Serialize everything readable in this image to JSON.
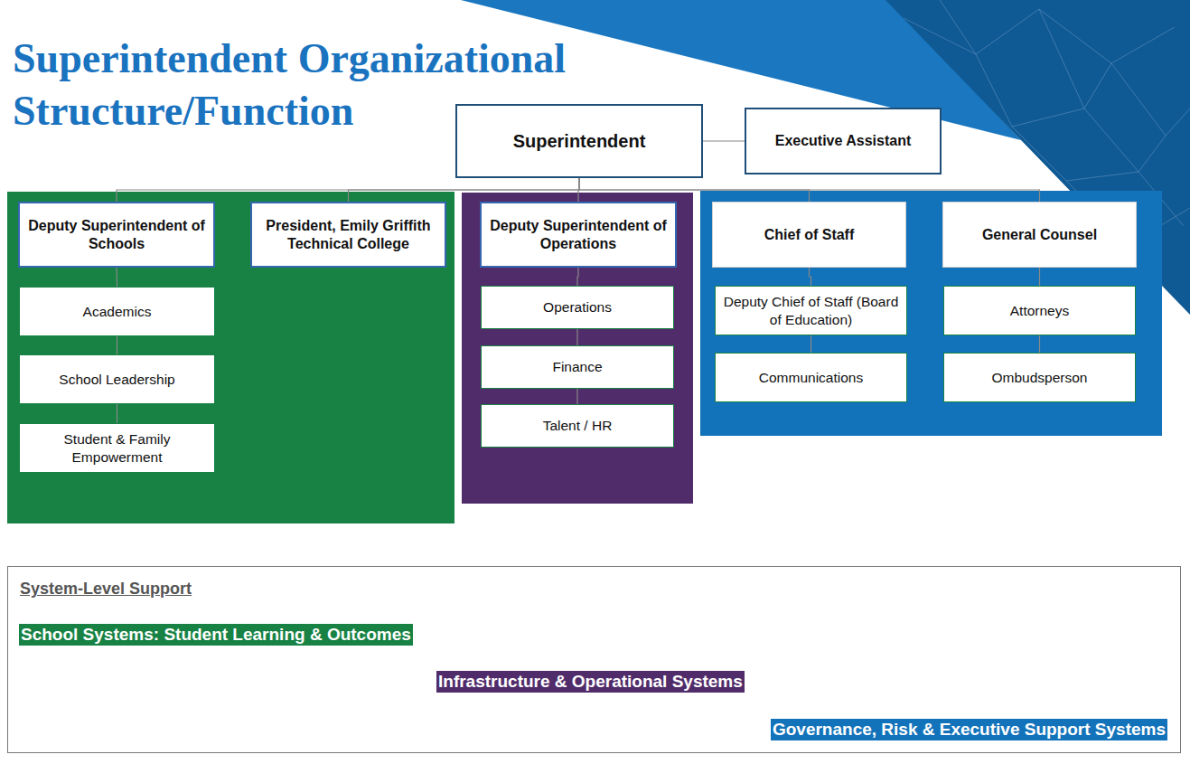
{
  "diagram": {
    "title": "Superintendent Organizational Structure/Function",
    "nodes": [
      {
        "text": [
          "Superintendent"
        ]
      },
      {
        "text": [
          "Executive Assistant"
        ]
      },
      {
        "text": [
          "Deputy Superintendent of Schools"
        ]
      },
      {
        "text": [
          "President, Emily Griffith Technical College"
        ]
      },
      {
        "text": [
          "Deputy Superintendent of Operations"
        ]
      },
      {
        "text": [
          "Chief of Staff"
        ]
      },
      {
        "text": [
          "General Counsel"
        ]
      },
      {
        "text": [
          "Academics"
        ]
      },
      {
        "text": [
          "School Leadership"
        ]
      },
      {
        "text": [
          "Student & Family Empowerment"
        ]
      },
      {
        "text": [
          "Operations"
        ]
      },
      {
        "text": [
          "Finance"
        ]
      },
      {
        "text": [
          "Talent / HR"
        ]
      },
      {
        "text": [
          "Deputy Chief of Staff (Board of Education)"
        ]
      },
      {
        "text": [
          "Attorneys"
        ]
      },
      {
        "text": [
          "Communications"
        ]
      },
      {
        "text": [
          "Ombudsperson"
        ]
      },
      {
        "text": [
          "System-Level Support"
        ]
      }
    ],
    "edges": [
      {
        "from": 0,
        "to": 1,
        "arrow": "none"
      },
      {
        "from": 0,
        "to": 2,
        "arrow": "none"
      },
      {
        "from": 0,
        "to": 3,
        "arrow": "none"
      },
      {
        "from": 0,
        "to": 4,
        "arrow": "none"
      },
      {
        "from": 0,
        "to": 5,
        "arrow": "none"
      },
      {
        "from": 0,
        "to": 6,
        "arrow": "none"
      },
      {
        "from": 2,
        "to": 7,
        "arrow": "none"
      },
      {
        "from": 7,
        "to": 8,
        "arrow": "none"
      },
      {
        "from": 8,
        "to": 9,
        "arrow": "none"
      },
      {
        "from": 4,
        "to": 10,
        "arrow": "none"
      },
      {
        "from": 10,
        "to": 11,
        "arrow": "none"
      },
      {
        "from": 11,
        "to": 12,
        "arrow": "none"
      },
      {
        "from": 5,
        "to": 13,
        "arrow": "none"
      },
      {
        "from": 13,
        "to": 15,
        "arrow": "none"
      },
      {
        "from": 6,
        "to": 14,
        "arrow": "none"
      },
      {
        "from": 14,
        "to": 16,
        "arrow": "none"
      }
    ],
    "legend": [
      {
        "text": "School Systems: Student Learning & Outcomes",
        "color": "#178244"
      },
      {
        "text": "Infrastructure & Operational Systems",
        "color": "#512c6a"
      },
      {
        "text": "Governance, Risk & Executive Support Systems",
        "color": "#1373ba"
      }
    ]
  }
}
